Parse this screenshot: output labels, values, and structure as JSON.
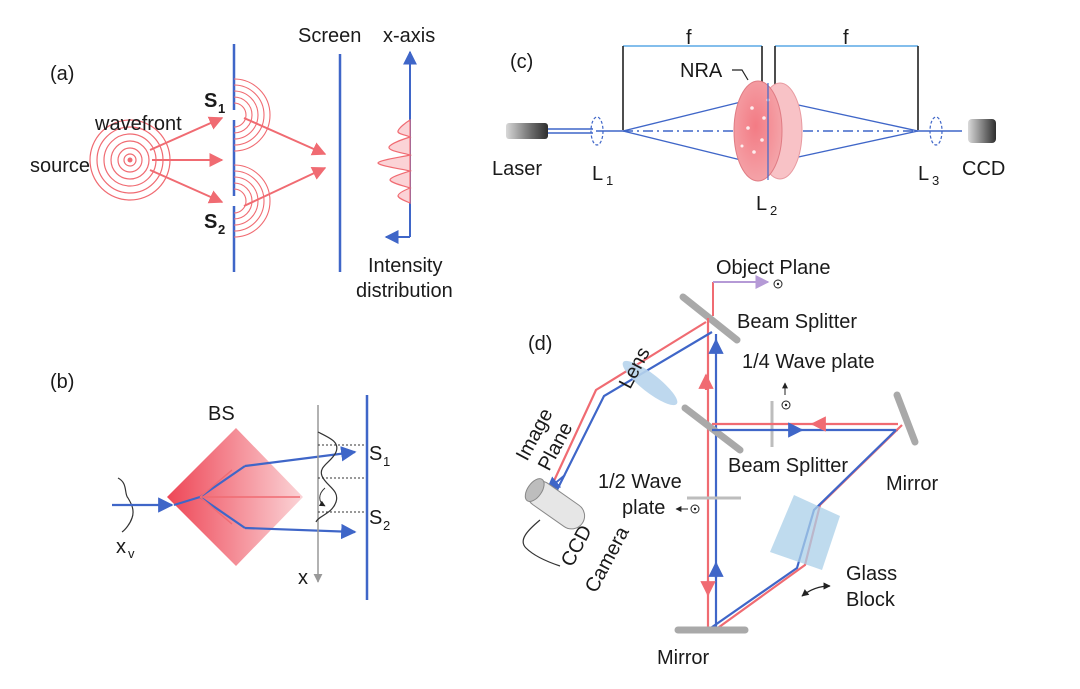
{
  "panel_a": {
    "tag": "(a)",
    "screen": "Screen",
    "x_axis": "x-axis",
    "wavefront": "wavefront",
    "source": "source",
    "s1": "S",
    "s1_sub": "1",
    "s2": "S",
    "s2_sub": "2",
    "intensity_1": "Intensity",
    "intensity_2": "distribution"
  },
  "panel_b": {
    "tag": "(b)",
    "bs": "BS",
    "xv": "x",
    "xv_sub": "v",
    "x": "x",
    "s1": "S",
    "s1_sub": "1",
    "s2": "S",
    "s2_sub": "2"
  },
  "panel_c": {
    "tag": "(c)",
    "f_left": "f",
    "f_right": "f",
    "nra": "NRA",
    "laser": "Laser",
    "l1": "L",
    "l1_sub": "1",
    "l2": "L",
    "l2_sub": "2",
    "l3": "L",
    "l3_sub": "3",
    "ccd": "CCD"
  },
  "panel_d": {
    "tag": "(d)",
    "object_plane": "Object Plane",
    "beam_splitter_top": "Beam Splitter",
    "quarter_wave": "1/4 Wave plate",
    "lens": "Lens",
    "image_plane_1": "Image",
    "image_plane_2": "Plane",
    "beam_splitter_mid": "Beam Splitter",
    "half_wave_1": "1/2 Wave",
    "half_wave_2": "plate",
    "mirror_right": "Mirror",
    "ccd_1": "CCD",
    "ccd_2": "Camera",
    "glass_1": "Glass",
    "glass_2": "Block",
    "mirror_bottom": "Mirror"
  },
  "colors": {
    "blue": "#3f66c8",
    "red": "#f06b72",
    "pink_fill": "#f08088",
    "grey": "#9a9a9a"
  }
}
